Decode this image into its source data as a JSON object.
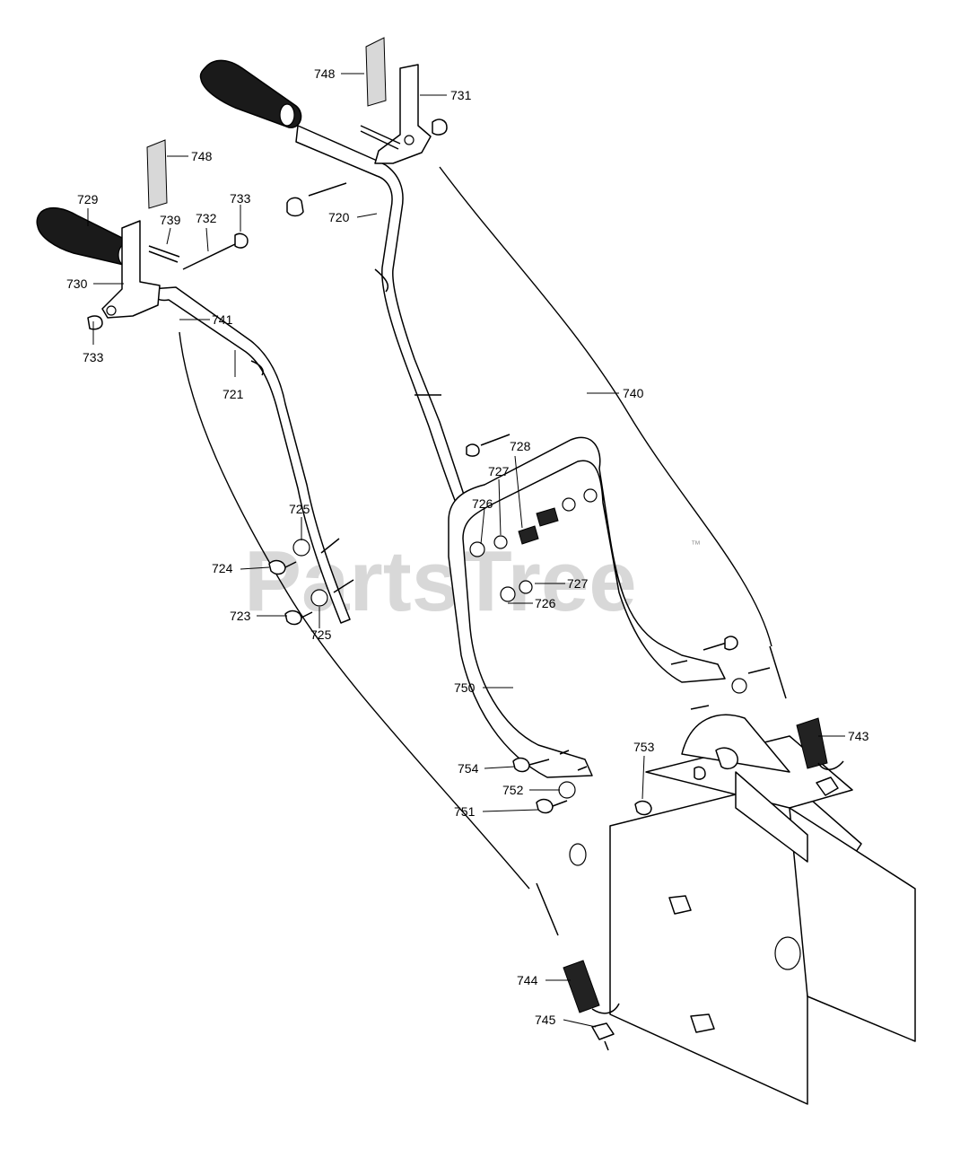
{
  "watermark": {
    "text": "PartsTree",
    "trademark": "™"
  },
  "callouts": [
    {
      "id": "748a",
      "text": "748"
    },
    {
      "id": "731",
      "text": "731"
    },
    {
      "id": "748b",
      "text": "748"
    },
    {
      "id": "729",
      "text": "729"
    },
    {
      "id": "739",
      "text": "739"
    },
    {
      "id": "732",
      "text": "732"
    },
    {
      "id": "733a",
      "text": "733"
    },
    {
      "id": "720",
      "text": "720"
    },
    {
      "id": "730",
      "text": "730"
    },
    {
      "id": "741",
      "text": "741"
    },
    {
      "id": "733b",
      "text": "733"
    },
    {
      "id": "721",
      "text": "721"
    },
    {
      "id": "740",
      "text": "740"
    },
    {
      "id": "728",
      "text": "728"
    },
    {
      "id": "727a",
      "text": "727"
    },
    {
      "id": "726a",
      "text": "726"
    },
    {
      "id": "725a",
      "text": "725"
    },
    {
      "id": "724",
      "text": "724"
    },
    {
      "id": "727b",
      "text": "727"
    },
    {
      "id": "726b",
      "text": "726"
    },
    {
      "id": "723",
      "text": "723"
    },
    {
      "id": "725b",
      "text": "725"
    },
    {
      "id": "750",
      "text": "750"
    },
    {
      "id": "743",
      "text": "743"
    },
    {
      "id": "753",
      "text": "753"
    },
    {
      "id": "754",
      "text": "754"
    },
    {
      "id": "752",
      "text": "752"
    },
    {
      "id": "751",
      "text": "751"
    },
    {
      "id": "744",
      "text": "744"
    },
    {
      "id": "745",
      "text": "745"
    }
  ]
}
